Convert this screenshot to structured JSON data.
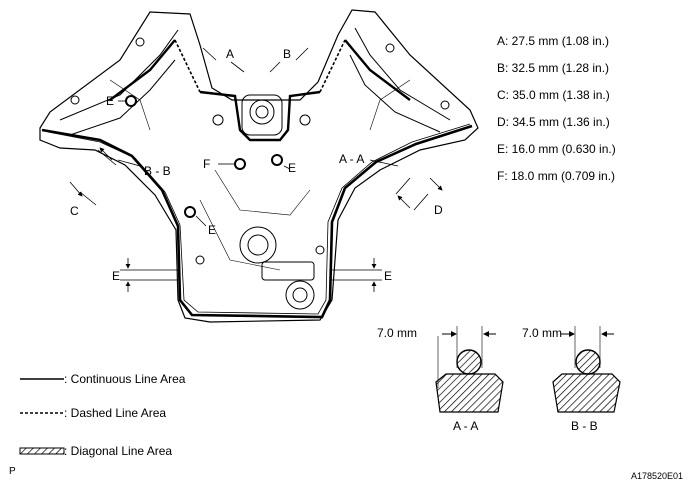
{
  "specs": [
    "A: 27.5 mm (1.08 in.)",
    "B: 32.5 mm (1.28 in.)",
    "C: 35.0 mm (1.38 in.)",
    "D: 34.5 mm (1.36 in.)",
    "E: 16.0 mm (0.630 in.)",
    "F: 18.0 mm (0.709 in.)"
  ],
  "callouts": {
    "a": "A",
    "b": "B",
    "c": "C",
    "d": "D",
    "e": "E",
    "f": "F",
    "section_aa": "A - A",
    "section_bb": "B - B"
  },
  "sections": {
    "width_label": "7.0 mm",
    "aa_caption": "A - A",
    "bb_caption": "B - B"
  },
  "legend": {
    "continuous": ": Continuous Line Area",
    "dashed": ": Dashed Line Area",
    "diagonal": ": Diagonal Line Area"
  },
  "footer": {
    "left": "P",
    "right": "A178520E01"
  }
}
